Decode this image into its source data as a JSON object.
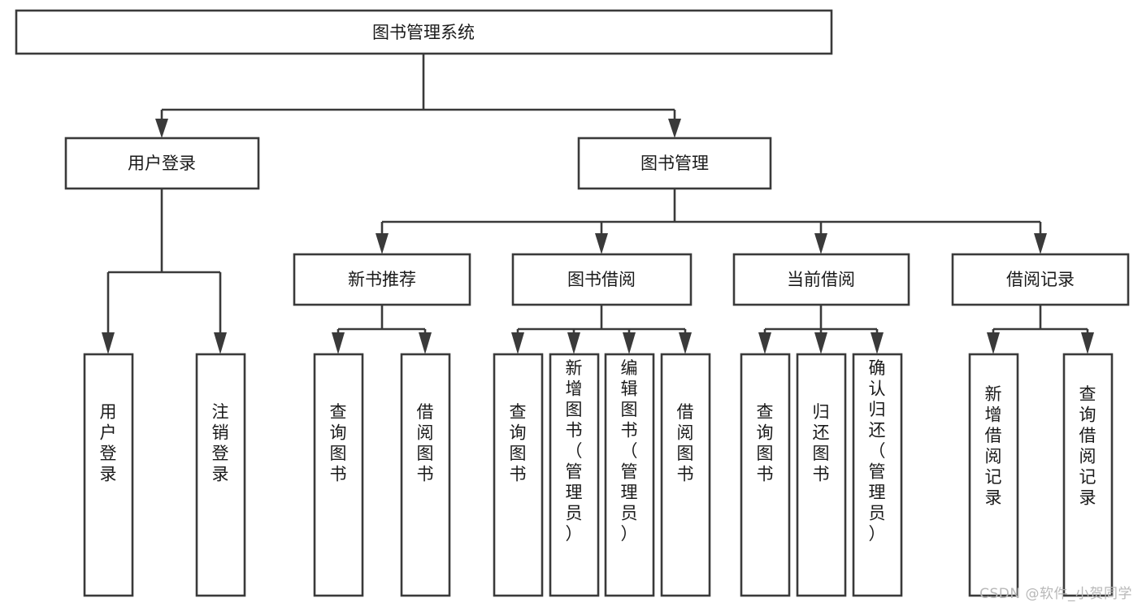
{
  "diagram": {
    "title": "图书管理系统",
    "type": "tree-hierarchy",
    "root": {
      "id": "root",
      "label": "图书管理系统"
    },
    "level2": [
      {
        "id": "user-login",
        "label": "用户登录"
      },
      {
        "id": "book-management",
        "label": "图书管理"
      }
    ],
    "level3": [
      {
        "id": "new-book-recommend",
        "label": "新书推荐",
        "parent": "book-management"
      },
      {
        "id": "book-borrow",
        "label": "图书借阅",
        "parent": "book-management"
      },
      {
        "id": "current-borrow",
        "label": "当前借阅",
        "parent": "book-management"
      },
      {
        "id": "borrow-record",
        "label": "借阅记录",
        "parent": "book-management"
      }
    ],
    "leaves": [
      {
        "id": "leaf-user-login",
        "label": "用户登录",
        "parent": "user-login"
      },
      {
        "id": "leaf-logout-login",
        "label": "注销登录",
        "parent": "user-login"
      },
      {
        "id": "leaf-query-book-1",
        "label": "查询图书",
        "parent": "new-book-recommend"
      },
      {
        "id": "leaf-borrow-book-1",
        "label": "借阅图书",
        "parent": "new-book-recommend"
      },
      {
        "id": "leaf-query-book-2",
        "label": "查询图书",
        "parent": "book-borrow"
      },
      {
        "id": "leaf-add-book",
        "label": "新增图书（管理员）",
        "parent": "book-borrow"
      },
      {
        "id": "leaf-edit-book",
        "label": "编辑图书（管理员）",
        "parent": "book-borrow"
      },
      {
        "id": "leaf-borrow-book-2",
        "label": "借阅图书",
        "parent": "book-borrow"
      },
      {
        "id": "leaf-query-book-3",
        "label": "查询图书",
        "parent": "current-borrow"
      },
      {
        "id": "leaf-return-book",
        "label": "归还图书",
        "parent": "current-borrow"
      },
      {
        "id": "leaf-confirm-return",
        "label": "确认归还（管理员）",
        "parent": "current-borrow"
      },
      {
        "id": "leaf-add-record",
        "label": "新增借阅记录",
        "parent": "borrow-record"
      },
      {
        "id": "leaf-query-record",
        "label": "查询借阅记录",
        "parent": "borrow-record"
      }
    ],
    "colors": {
      "stroke": "#3a3a3a",
      "fill": "#ffffff",
      "text": "#1a1a1a",
      "watermark": "#b8b8b8"
    }
  },
  "watermark": {
    "text": "CSDN @软件_小贺同学"
  }
}
